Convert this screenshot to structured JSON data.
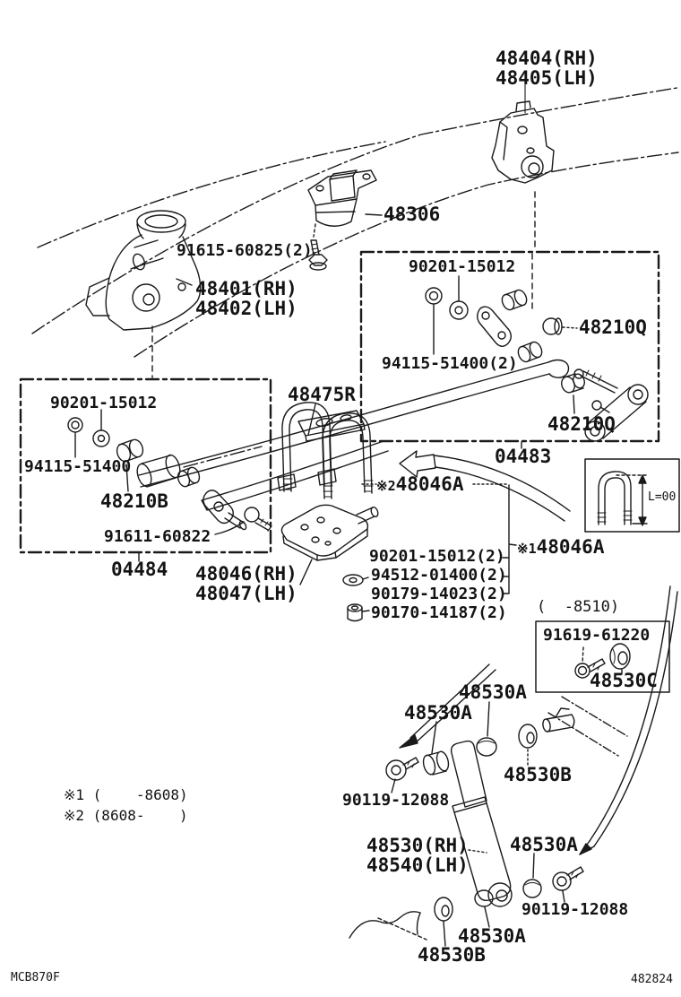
{
  "diagram": {
    "colors": {
      "line": "#1a1a1a",
      "background": "#ffffff"
    },
    "labels": {
      "bracket_rear_rh": "48404(RH)",
      "bracket_rear_lh": "48405(LH)",
      "bumper_bolt": "91615-60825(2)",
      "bumper": "48306",
      "bracket_front_rh": "48401(RH)",
      "bracket_front_lh": "48402(LH)",
      "rbox_nut": "90201-15012",
      "rbox_washer": "94115-51400(2)",
      "rbox_bush_upper": "48210Q",
      "rbox_bush_lower": "48210Q",
      "lbox_nut": "90201-15012",
      "lbox_washer": "94115-51400",
      "lbox_bush": "48210B",
      "lbox_bolt": "91611-60822",
      "lbox_kit": "04484",
      "seat": "48475R",
      "spring": "04483",
      "plate_rh": "48046(RH)",
      "plate_lh": "48047(LH)",
      "hw_nut": "90201-15012(2)",
      "hw_washer": "94512-01400(2)",
      "hw_washer2": "90179-14023(2)",
      "hw_nut2": "90170-14187(2)",
      "shock_bush_1": "48530A",
      "shock_bush_2": "48530A",
      "shock_retainer_1": "48530B",
      "shock_bolt_1": "90119-12088",
      "shock_rh": "48530(RH)",
      "shock_lh": "48540(LH)",
      "shock_bush_3": "48530A",
      "shock_bolt_2": "90119-12088",
      "shock_bush_4": "48530A",
      "shock_retainer_2": "48530B"
    },
    "u_bolt_note_2": {
      "prefix": "※2",
      "number": "48046A"
    },
    "u_bolt_note_1": {
      "prefix": "※1",
      "number": "48046A"
    },
    "inset": {
      "dimension": "L=00"
    },
    "variant_box": {
      "header": "(  -8510)",
      "bolt": "91619-61220",
      "grommet": "48530C"
    },
    "footnotes": {
      "note1": "※1 (    -8608)",
      "note2": "※2 (8608-    )"
    },
    "figure_code": "MCB870F",
    "page_code": "482824"
  }
}
